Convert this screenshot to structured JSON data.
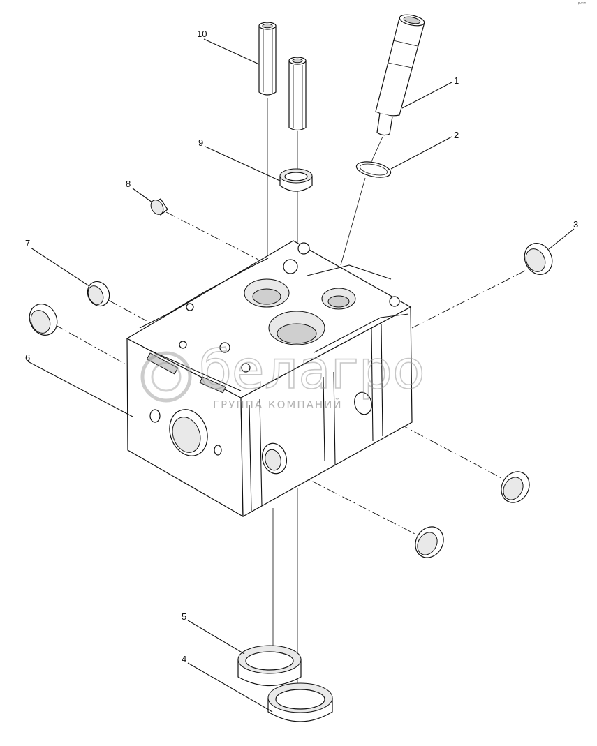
{
  "watermark": {
    "brand": "белагро",
    "subtitle": "ГРУППА КОМПАНИЙ"
  },
  "corner_mark": "ᵖ·ᵐᵐ",
  "callouts": [
    {
      "id": "1",
      "label": "1"
    },
    {
      "id": "2",
      "label": "2"
    },
    {
      "id": "3",
      "label": "3"
    },
    {
      "id": "4",
      "label": "4"
    },
    {
      "id": "5",
      "label": "5"
    },
    {
      "id": "6",
      "label": "6"
    },
    {
      "id": "7",
      "label": "7"
    },
    {
      "id": "8",
      "label": "8"
    },
    {
      "id": "9",
      "label": "9"
    },
    {
      "id": "10",
      "label": "10"
    }
  ]
}
